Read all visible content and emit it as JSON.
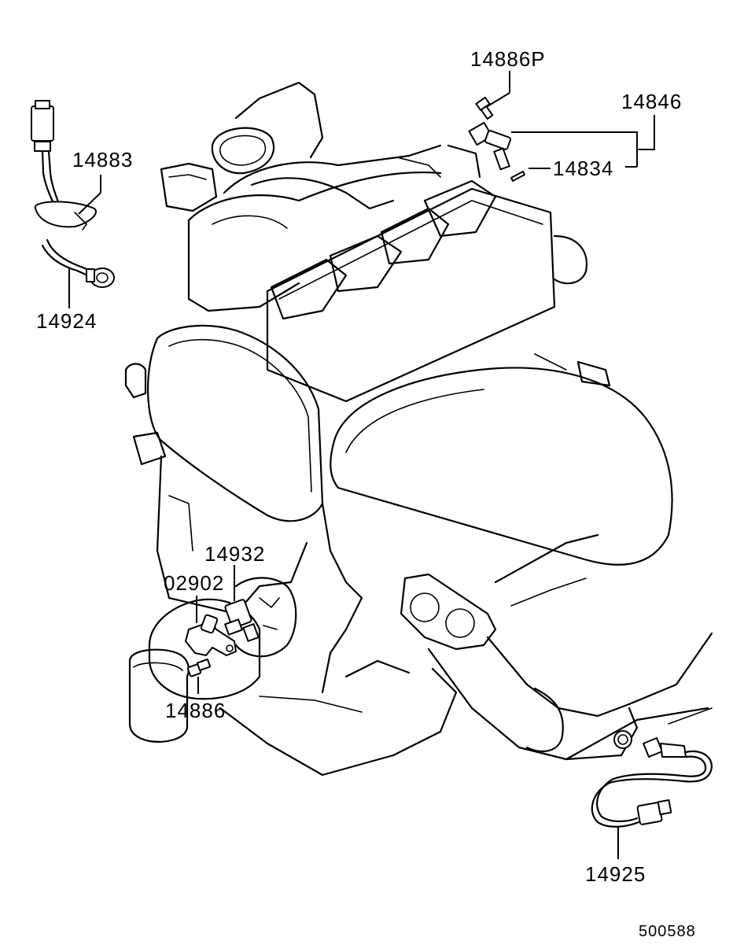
{
  "diagram": {
    "labels": {
      "p14886p": "14886P",
      "p14846": "14846",
      "p14834": "14834",
      "p14883": "14883",
      "p14924": "14924",
      "p14932": "14932",
      "p02902": "02902",
      "p14886": "14886",
      "p14925": "14925"
    },
    "reference_number": "500588"
  },
  "colors": {
    "line": "#000000",
    "background": "#ffffff"
  }
}
